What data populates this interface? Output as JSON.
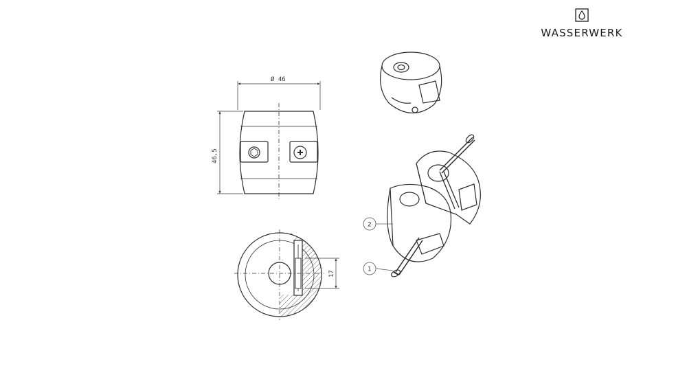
{
  "brand": {
    "name": "WASSERWERK",
    "icon": "water-drop-logo-icon",
    "color": "#1d1d1d"
  },
  "drawing": {
    "line_color": "#2b2b2b",
    "dimensions": {
      "width": "Ø 46",
      "height": "46,5",
      "slot": "17"
    },
    "callouts": [
      {
        "id": "1",
        "label": "1",
        "part": "screw"
      },
      {
        "id": "2",
        "label": "2",
        "part": "clamp-body"
      }
    ]
  }
}
